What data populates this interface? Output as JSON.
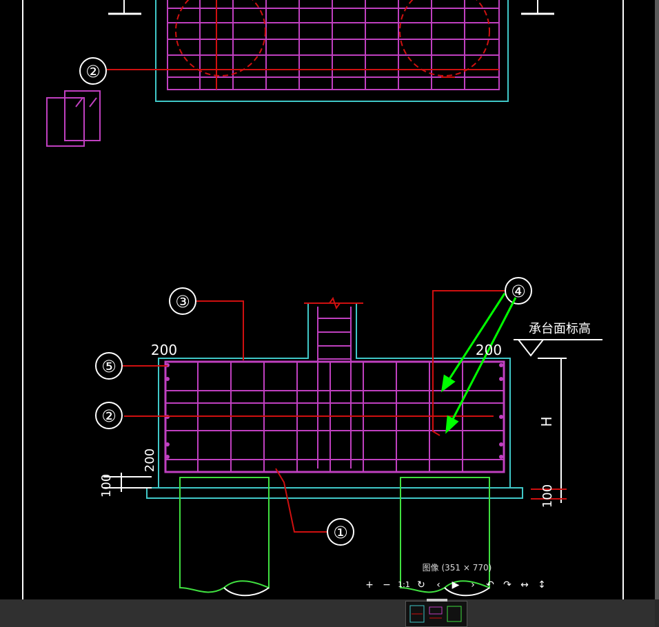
{
  "drawing": {
    "callouts": [
      "②",
      "③",
      "⑤",
      "②",
      "④",
      "①"
    ],
    "dims": {
      "top_left": "200",
      "top_right": "200",
      "left_side": "200",
      "left_bottom": "100",
      "right_bottom": "100",
      "height": "H"
    },
    "elevation_label": "承台面标高"
  },
  "viewer": {
    "caption": "图像 (351 × 770)",
    "toolbar": [
      "+",
      "−",
      "1:1",
      "↻",
      "‹",
      "▶",
      "›",
      "↶",
      "↷",
      "↔",
      "↕"
    ]
  },
  "colors": {
    "rebar": "#c040c0",
    "outline": "#40c8c8",
    "leader": "#d01010",
    "pile": "#40e040",
    "annotation_arrow": "#00ff00"
  },
  "icons": [
    "zoom-in-icon",
    "zoom-out-icon",
    "actual-size-icon",
    "rotate-icon",
    "previous-icon",
    "play-icon",
    "next-icon",
    "undo-icon",
    "redo-icon",
    "fit-width-icon",
    "fit-height-icon"
  ]
}
